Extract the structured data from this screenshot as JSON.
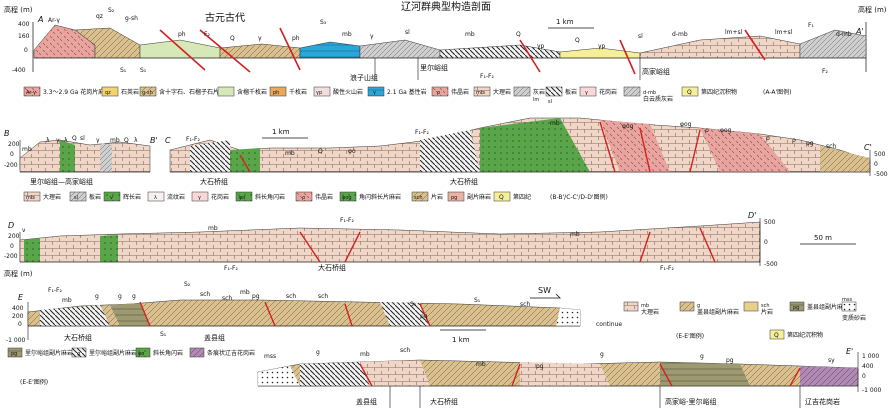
{
  "title": "辽河群典型构造剖面",
  "axis": {
    "unit": "高程 (m)",
    "ticks_a": [
      "400",
      "160",
      "0",
      "-400"
    ],
    "ticks_c": [
      "500",
      "0",
      "-500"
    ],
    "ticks_d": [
      "500",
      "0",
      "-500"
    ],
    "ticks_e": [
      "400",
      "200",
      "0",
      "-1 000"
    ],
    "ticks_e2": [
      "1 000",
      "400",
      "0",
      "-1 000"
    ]
  },
  "scales": {
    "km1": "1 km",
    "km1b": "1 km",
    "km1c": "1 km",
    "m50": "50 m"
  },
  "endpoints": {
    "A": "A",
    "A2": "A'",
    "B": "B",
    "B2": "B'",
    "C": "C",
    "C2": "C'",
    "D": "D",
    "D2": "D'",
    "E": "E",
    "E2": "E'"
  },
  "section_a": {
    "era": "古元古代",
    "labels": [
      "Ar-γ",
      "qz",
      "S₂",
      "g-sh",
      "S₁",
      "ph",
      "F₂",
      "Q",
      "γ",
      "ph",
      "S₃",
      "mb",
      "γ",
      "sl",
      "mb",
      "Q",
      "γp",
      "Q",
      "γp",
      "sl",
      "d-mb",
      "lm+sl",
      "lm+sl",
      "F₁",
      "d-mb",
      "F₂",
      "S₁",
      "F₁-F₂"
    ],
    "groups": [
      "浪子山组",
      "里尔峪组",
      "高家峪组"
    ]
  },
  "legend_a": [
    {
      "code": "Ar-γ",
      "text": "3.3～2.9 Ga 花岗片麻岩"
    },
    {
      "code": "qz",
      "text": "石英岩"
    },
    {
      "code": "g-sh",
      "text": "含十字石、石榴子石片岩"
    },
    {
      "code": "",
      "text": "含榴千枚岩"
    },
    {
      "code": "ph",
      "text": "千枚岩"
    },
    {
      "code": "γp",
      "text": "酸性火山岩"
    },
    {
      "code": "γ",
      "text": "2.1 Ga 基性岩"
    },
    {
      "code": "ρ",
      "text": "伟晶岩"
    },
    {
      "code": "mb",
      "text": "大理岩"
    },
    {
      "code": "lm",
      "text": "灰岩"
    },
    {
      "code": "sl",
      "text": "板岩"
    },
    {
      "code": "γ",
      "text": "花岗岩"
    },
    {
      "code": "d-mb",
      "text": "白云质灰岩"
    },
    {
      "code": "Q",
      "text": "第四纪沉积物"
    }
  ],
  "legend_a_note": "(A-A'图例)",
  "section_bc": {
    "labels_b": [
      "mb",
      "λ",
      "γ",
      "λ",
      "Q",
      "sl",
      "γ",
      "mb",
      "Q",
      "λ"
    ],
    "labels_c": [
      "F₁-F₂",
      "mb",
      "Q",
      "φo",
      "F₁-F₂",
      "mb",
      "φog",
      "φog",
      "ρ",
      "φog",
      "ρ",
      "pg",
      "sch",
      "ρ"
    ],
    "groups": [
      "里尔峪组—高家峪组",
      "大石桥组",
      "大石桥组"
    ]
  },
  "legend_bc": [
    {
      "code": "mb",
      "text": "大理岩"
    },
    {
      "code": "sl",
      "text": "板岩"
    },
    {
      "code": "v",
      "text": "辉长岩"
    },
    {
      "code": "λ",
      "text": "流纹岩"
    },
    {
      "code": "γ",
      "text": "花岗岩"
    },
    {
      "code": "φo",
      "text": "斜长角闪岩"
    },
    {
      "code": "ρ",
      "text": "伟晶岩"
    },
    {
      "code": "φog",
      "text": "角闪斜长片麻岩"
    },
    {
      "code": "sch",
      "text": "片岩"
    },
    {
      "code": "pg",
      "text": "副片麻岩"
    },
    {
      "code": "Q",
      "text": "第四纪"
    }
  ],
  "legend_bc_note": "(B-B'/C-C'/D-D'图例)",
  "section_d": {
    "labels": [
      "ν",
      "mb",
      "F₁-F₂",
      "mb",
      "F₁-F₂",
      "F₁-F₂"
    ],
    "group": "大石桥组"
  },
  "section_e": {
    "labels": [
      "F₁-F₂",
      "mb",
      "g",
      "g",
      "g",
      "S₂",
      "sch",
      "sch",
      "mb",
      "pg",
      "sch",
      "sch",
      "S₁",
      "S₃",
      "S₁",
      "sch",
      "pg"
    ],
    "dir": "SW",
    "continue": "continue",
    "groups": [
      "大石桥组",
      "盖县组"
    ]
  },
  "legend_e": [
    {
      "code": "mb",
      "text": "大理岩"
    },
    {
      "code": "g",
      "text": "盖县组副片麻岩"
    },
    {
      "code": "sch",
      "text": "片岩"
    },
    {
      "code": "pg",
      "text": "盖县组副片麻岩"
    },
    {
      "code": "mss",
      "text": "变质砂岩"
    },
    {
      "code": "Q",
      "text": "第四纪沉积物"
    },
    {
      "code": "pg",
      "text": "里尔峪组副片麻岩"
    },
    {
      "code": "g",
      "text": "里尔峪组副片麻岩"
    },
    {
      "code": "φo",
      "text": "斜长角闪岩"
    },
    {
      "code": "",
      "text": "条痕状辽吉花岗岩"
    }
  ],
  "legend_e_note": "(E-E'图例)",
  "section_e2": {
    "labels": [
      "mss",
      "g",
      "mb",
      "sch",
      "mb",
      "pg",
      "g",
      "g",
      "pg",
      "sy"
    ],
    "groups": [
      "盖县组",
      "大石桥组",
      "高家峪-里尔峪组",
      "辽吉花岗岩"
    ]
  }
}
